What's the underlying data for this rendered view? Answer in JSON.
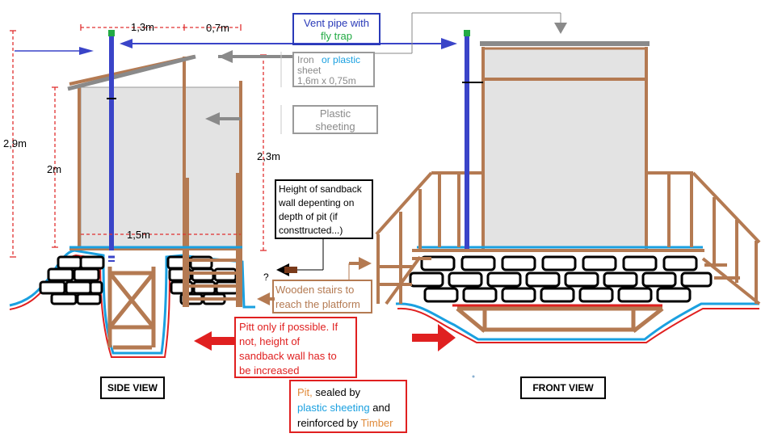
{
  "dimensions": {
    "top_width": "1,3m",
    "overhang": "0,7m",
    "total_height": "2,9m",
    "wall_height": "2m",
    "base_width": "1,5m",
    "front_height": "2,3m",
    "question_mark": "?"
  },
  "labels": {
    "vent_line1": "Vent pipe with",
    "vent_line2": "fly trap",
    "iron_word": "Iron",
    "iron_or_plastic": "or plastic",
    "iron_sheet": "sheet",
    "iron_size": "1,6m x 0,75m",
    "plastic_line1": "Plastic",
    "plastic_line2": "sheeting",
    "sandbag_lines": [
      "Height of sandback",
      "wall depenting on",
      "depth of pit (if",
      "consttructed...)"
    ],
    "stairs_line1": "Wooden stairs to",
    "stairs_line2": "reach the platform",
    "pitt_lines": [
      "Pitt only if possible. If",
      "not, height of",
      "sandback wall has to",
      "be increased"
    ],
    "pit_word": "Pit,",
    "pit_rest1": " sealed by",
    "pit_plastic": "plastic sheeting",
    "pit_and": " and",
    "pit_reinforced": "reinforced by ",
    "pit_timber": "Timber",
    "side_view": "SIDE VIEW",
    "front_view": "FRONT VIEW"
  },
  "colors": {
    "vent_pipe": "#3a44c8",
    "timber": "#b47a52",
    "sheeting": "#e3e3e3",
    "plastic": "#1aa0e0",
    "pit": "#e02020",
    "dimension": "#e03030",
    "arrow_gray": "#8a8a8a",
    "fly_trap": "#22aa44",
    "sand": "#ffffff"
  }
}
